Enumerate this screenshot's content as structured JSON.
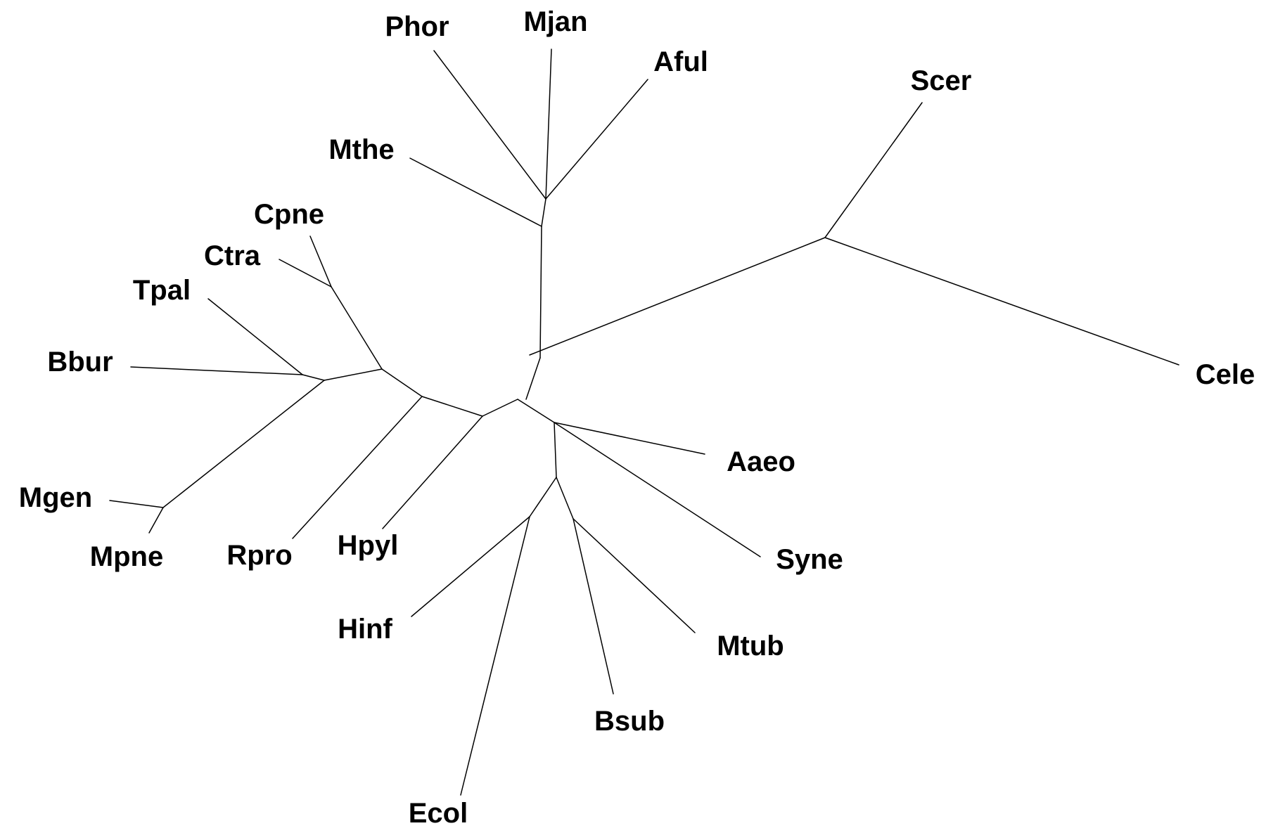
{
  "diagram": {
    "type": "unrooted-phylogenetic-tree",
    "colors": {
      "branch": "#000000",
      "label": "#000000",
      "background": "#ffffff"
    },
    "leaves": [
      {
        "id": "Phor",
        "label": "Phor"
      },
      {
        "id": "Mjan",
        "label": "Mjan"
      },
      {
        "id": "Aful",
        "label": "Aful"
      },
      {
        "id": "Scer",
        "label": "Scer"
      },
      {
        "id": "Mthe",
        "label": "Mthe"
      },
      {
        "id": "Cpne",
        "label": "Cpne"
      },
      {
        "id": "Ctra",
        "label": "Ctra"
      },
      {
        "id": "Tpal",
        "label": "Tpal"
      },
      {
        "id": "Bbur",
        "label": "Bbur"
      },
      {
        "id": "Cele",
        "label": "Cele"
      },
      {
        "id": "Aaeo",
        "label": "Aaeo"
      },
      {
        "id": "Mgen",
        "label": "Mgen"
      },
      {
        "id": "Mpne",
        "label": "Mpne"
      },
      {
        "id": "Rpro",
        "label": "Rpro"
      },
      {
        "id": "Hpyl",
        "label": "Hpyl"
      },
      {
        "id": "Syne",
        "label": "Syne"
      },
      {
        "id": "Hinf",
        "label": "Hinf"
      },
      {
        "id": "Mtub",
        "label": "Mtub"
      },
      {
        "id": "Bsub",
        "label": "Bsub"
      },
      {
        "id": "Ecol",
        "label": "Ecol"
      }
    ]
  }
}
